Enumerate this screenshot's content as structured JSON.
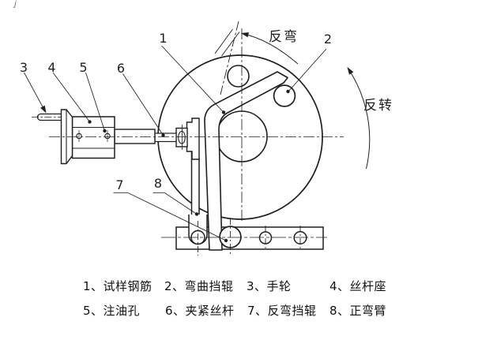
{
  "figure": {
    "stray_mark": "j",
    "annotations": {
      "reverse_bend": "反弯",
      "reverse_rotation": "反转"
    },
    "callouts": {
      "n1": "1",
      "n2": "2",
      "n3": "3",
      "n4": "4",
      "n5": "5",
      "n6": "6",
      "n7": "7",
      "n8": "8"
    },
    "legend": {
      "items": [
        "1、试样钢筋",
        "2、弯曲挡辊",
        "3、手轮",
        "4、丝杆座",
        "5、注油孔",
        "6、夹紧丝杆",
        "7、反弯挡辊",
        "8、正弯臂"
      ]
    },
    "colors": {
      "line": "#1f1f1f",
      "background": "#ffffff"
    }
  }
}
